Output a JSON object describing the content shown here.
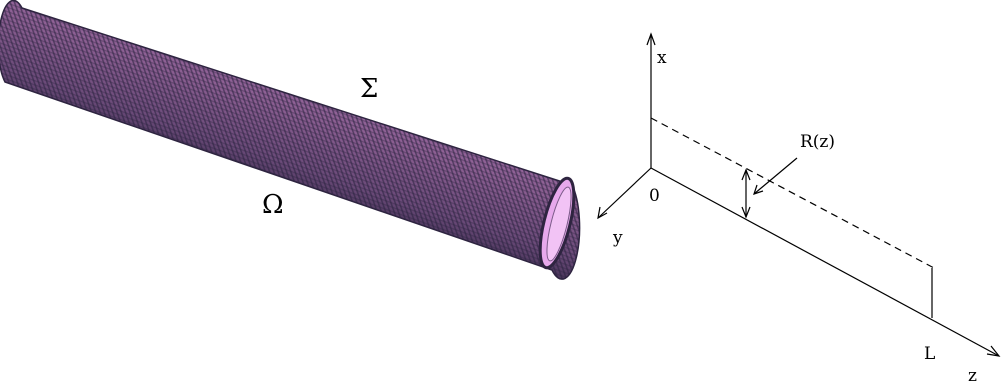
{
  "left_figure": {
    "surface_label": "Σ",
    "domain_label": "Ω",
    "tube_color": "#8a5f8c",
    "mesh_color": "#3e2f5c"
  },
  "right_figure": {
    "axis_x_label": "x",
    "axis_y_label": "y",
    "axis_z_label": "z",
    "origin_label": "0",
    "radius_label": "R(z)",
    "length_label": "L"
  }
}
